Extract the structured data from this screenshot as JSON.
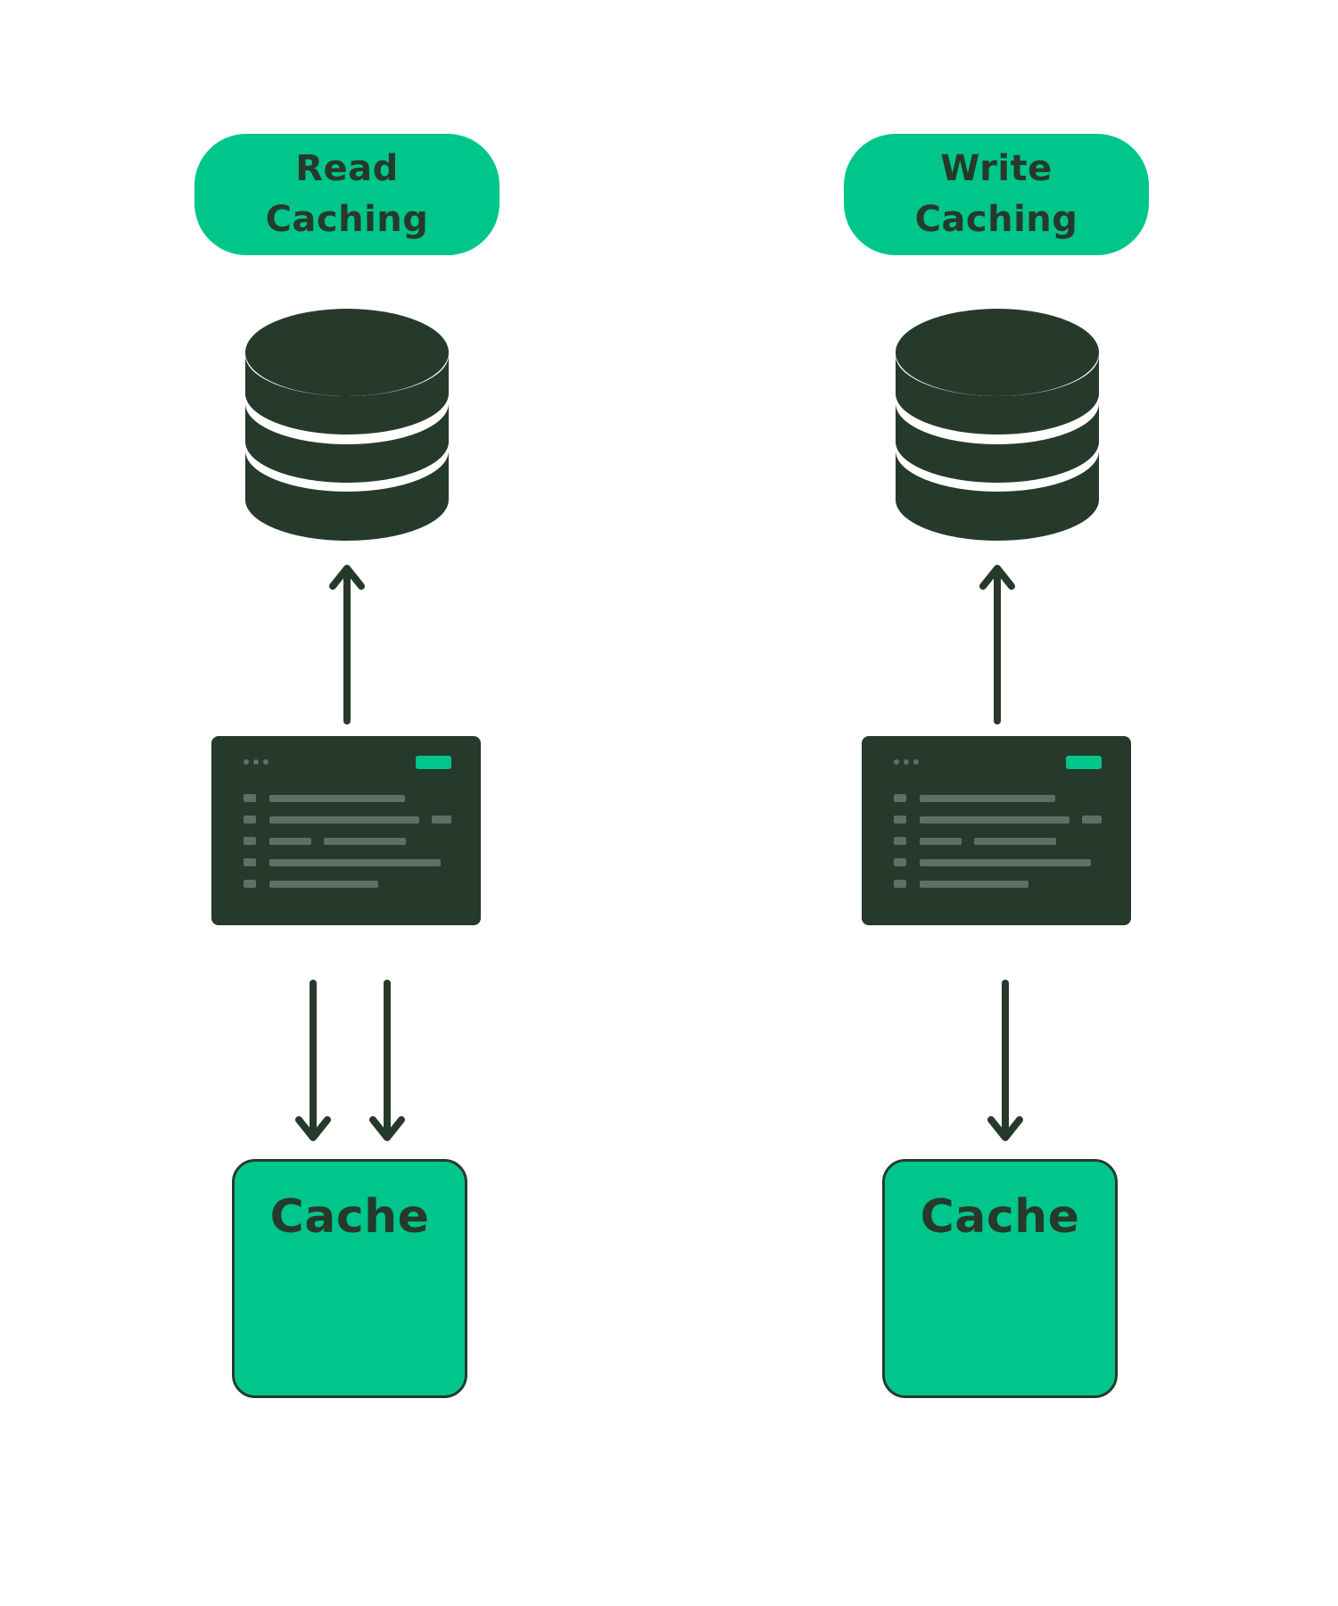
{
  "colors": {
    "dark": "#263a2b",
    "green": "#00c68c",
    "line": "#5f6f63",
    "bg": "#ffffff"
  },
  "icons": [
    "database-icon",
    "app-window-icon",
    "arrow-up-icon",
    "arrow-down-icon"
  ],
  "panels": [
    {
      "title_line1": "Read",
      "title_line2": "Caching",
      "cache_label": "Cache",
      "down_arrows": 2
    },
    {
      "title_line1": "Write",
      "title_line2": "Caching",
      "cache_label": "Cache",
      "down_arrows": 1
    }
  ]
}
